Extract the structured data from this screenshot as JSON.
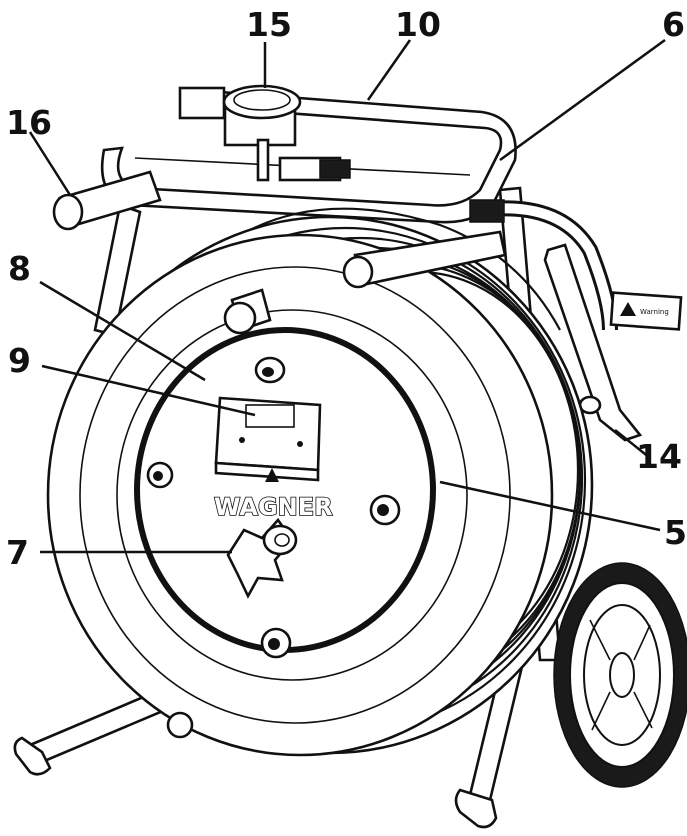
{
  "diagram": {
    "brand_text": "WAGNER",
    "warning_label_text": "Warning",
    "callouts": [
      {
        "id": "15",
        "text": "15"
      },
      {
        "id": "10",
        "text": "10"
      },
      {
        "id": "6",
        "text": "6"
      },
      {
        "id": "16",
        "text": "16"
      },
      {
        "id": "8",
        "text": "8"
      },
      {
        "id": "9",
        "text": "9"
      },
      {
        "id": "14",
        "text": "14"
      },
      {
        "id": "5",
        "text": "5"
      },
      {
        "id": "7",
        "text": "7"
      }
    ],
    "colors": {
      "ink": "#111111",
      "paper": "#ffffff"
    }
  }
}
